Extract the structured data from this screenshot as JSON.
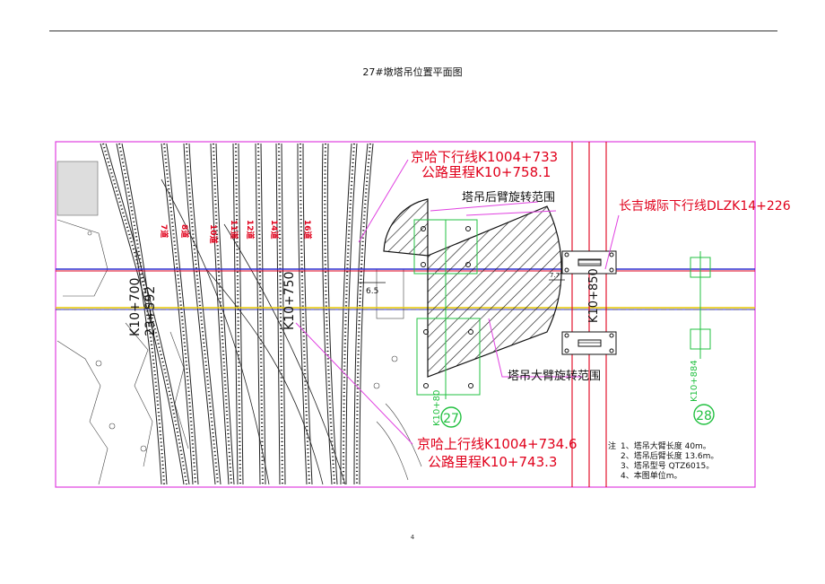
{
  "header": {
    "title": "27#墩塔吊位置平面图"
  },
  "footer": {
    "page_number": "4"
  },
  "labels": {
    "beijing_down_line": "京哈下行线K1004+733",
    "road_mileage_top": "公路里程K10+758.1",
    "crane_rear_arm": "塔吊后臂旋转范围",
    "changji_intercity_down": "长吉城际下行线DLZK14+226",
    "crane_main_arm": "塔吊大臂旋转范围",
    "beijing_up_line": "京哈上行线K1004+734.6",
    "road_mileage_bottom": "公路里程K10+743.3",
    "station_k10_700": "K10+700",
    "station_k10_750": "K10+750",
    "station_k10_850": "K10+850",
    "station_k10_884": "K10+884",
    "station_k10_80": "K10+80",
    "station_left_2": "23+592",
    "dim_6_5": "6.5",
    "dim_7_7": "7.7",
    "pier_27": "27",
    "pier_28": "28"
  },
  "notes": {
    "heading": "注",
    "items": [
      "1、塔吊大臂长度 40m。",
      "2、塔吊后臂长度 13.6m。",
      "3、塔吊型号 QTZ6015。",
      "4、本图单位m。"
    ]
  },
  "track_labels": [
    "7道",
    "8道",
    "10道",
    "11道",
    "12道",
    "14道",
    "16道",
    "京哈下行线",
    "京哈上行线"
  ],
  "colors": {
    "frame": "#e040e0",
    "red_label": "#e0001b",
    "blue_line": "#3030d0",
    "yellow_line": "#e8c800",
    "green": "#22c040",
    "track": "#222222",
    "hatch": "#111111"
  }
}
